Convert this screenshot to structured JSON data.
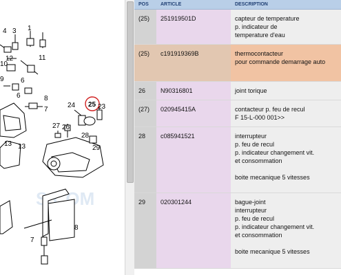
{
  "diagram": {
    "callouts": [
      "4",
      "3",
      "1",
      "12",
      "10",
      "11",
      "9",
      "6",
      "6",
      "8",
      "7",
      "13",
      "24",
      "25",
      "23",
      "27",
      "26",
      "28",
      "29",
      "13",
      "8",
      "7"
    ],
    "watermark": "S.COM"
  },
  "table": {
    "headers": [
      "POS",
      "ARTICLE",
      "DESCRIPTION"
    ],
    "rows": [
      {
        "pos": "(25)",
        "article": "251919501D",
        "description": "capteur de temperature\np. indicateur de\ntemperature d'eau"
      },
      {
        "pos": "(25)",
        "article": "c191919369B",
        "description": "thermocontacteur\npour commande demarrage auto"
      },
      {
        "pos": "26",
        "article": "N90316801",
        "description": "joint torique"
      },
      {
        "pos": "(27)",
        "article": "020945415A",
        "description": "contacteur p. feu de recul\nF 15-L-000 001>>"
      },
      {
        "pos": "28",
        "article": "c085941521",
        "description": "interrupteur\np. feu de recul\np. indicateur changement vit.\net consommation\n\nboite mecanique 5 vitesses"
      },
      {
        "pos": "29",
        "article": "020301244",
        "description": "bague-joint\ninterrupteur\np. feu de recul\np. indicateur changement vit.\net consommation\n\nboite mecanique 5 vitesses"
      }
    ]
  },
  "colors": {
    "header_bg": "#b9cfe8",
    "highlight_row": "#f1c3a3",
    "callout_circle": "#d02020"
  }
}
